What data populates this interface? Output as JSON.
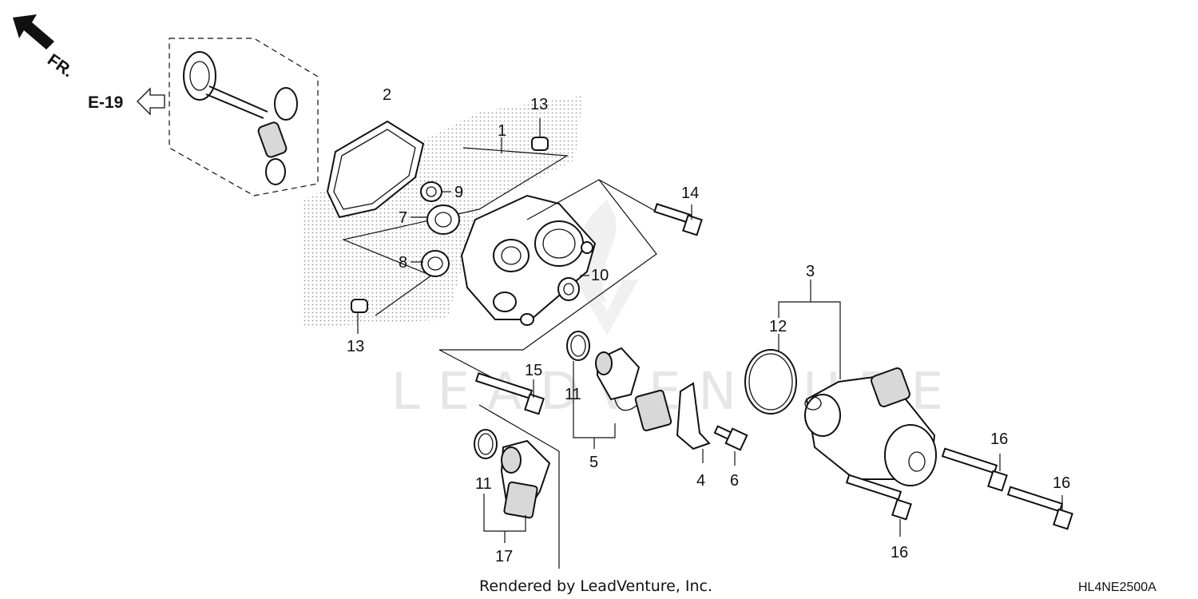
{
  "direction_label": "FR.",
  "reference": {
    "label": "E-19"
  },
  "callouts": [
    "1",
    "2",
    "3",
    "4",
    "5",
    "6",
    "7",
    "8",
    "9",
    "10",
    "11",
    "11",
    "12",
    "13",
    "13",
    "14",
    "15",
    "16",
    "16",
    "16",
    "17"
  ],
  "watermark": "LEADVENTURE",
  "credit": "Rendered by LeadVenture, Inc.",
  "diagram_code": "HL4NE2500A"
}
